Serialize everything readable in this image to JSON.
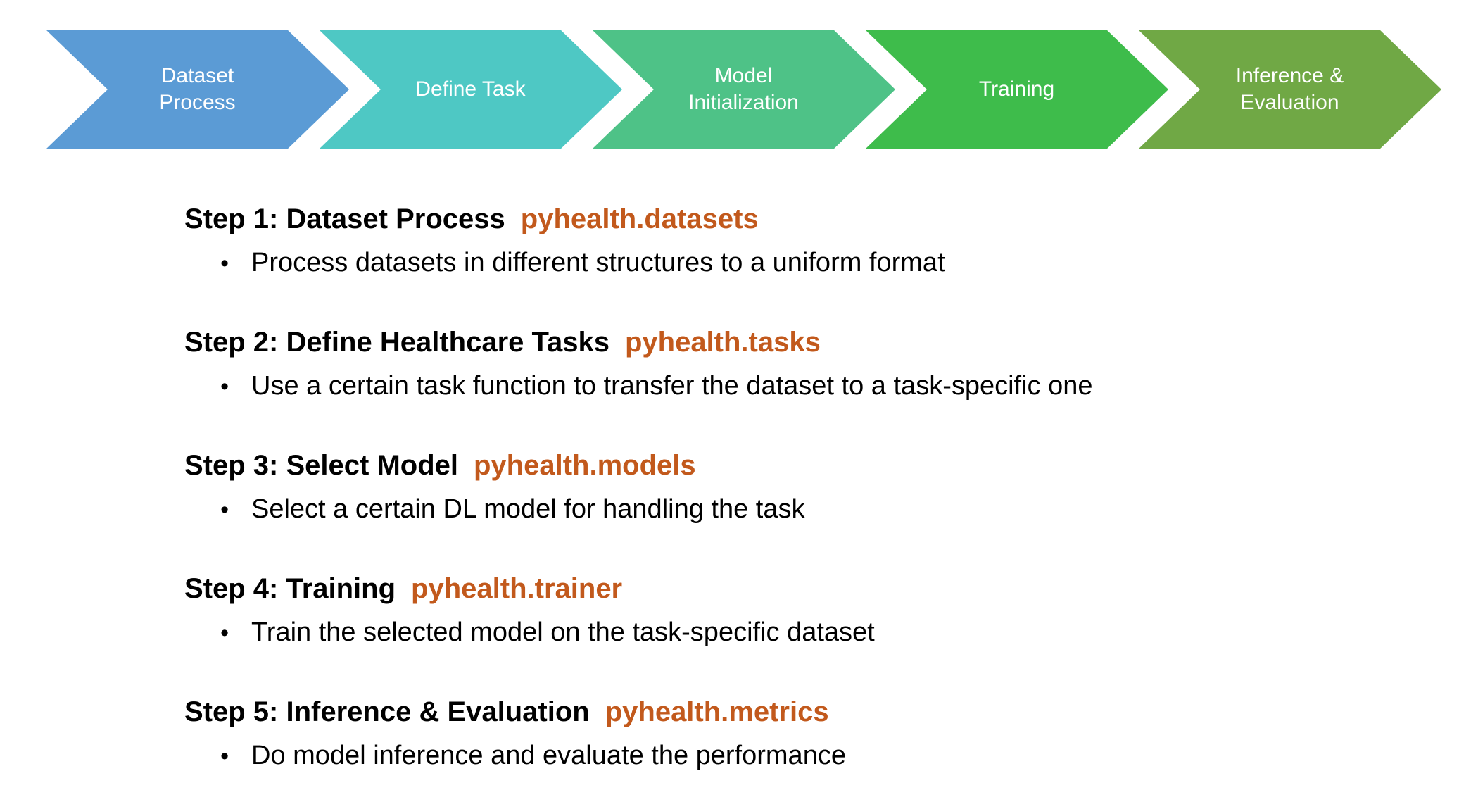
{
  "colors": {
    "module_text": "#C2591C",
    "flow_text": "#FFFFFF",
    "body_text": "#000000",
    "background": "#FFFFFF"
  },
  "bullet_char": "•",
  "flow": {
    "steps": [
      {
        "name": "dataset-process",
        "label_line1": "Dataset",
        "label_line2": "Process",
        "color": "#5B9BD5"
      },
      {
        "name": "define-task",
        "label_line1": "Define Task",
        "label_line2": "",
        "color": "#4EC8C4"
      },
      {
        "name": "model-initialization",
        "label_line1": "Model",
        "label_line2": "Initialization",
        "color": "#4EC287"
      },
      {
        "name": "training",
        "label_line1": "Training",
        "label_line2": "",
        "color": "#3EBC4B"
      },
      {
        "name": "inference-evaluation",
        "label_line1": "Inference &",
        "label_line2": "Evaluation",
        "color": "#70A845"
      }
    ]
  },
  "steps": [
    {
      "heading": "Step 1: Dataset Process",
      "module": "pyhealth.datasets",
      "bullet": "Process datasets in different structures to a uniform format"
    },
    {
      "heading": "Step 2: Define Healthcare Tasks",
      "module": "pyhealth.tasks",
      "bullet": "Use a certain task function to transfer the dataset to a task-specific one"
    },
    {
      "heading": "Step 3: Select Model",
      "module": "pyhealth.models",
      "bullet": "Select a certain DL model for handling the task"
    },
    {
      "heading": "Step 4: Training",
      "module": "pyhealth.trainer",
      "bullet": "Train the selected model on the task-specific dataset"
    },
    {
      "heading": "Step 5: Inference & Evaluation",
      "module": "pyhealth.metrics",
      "bullet": "Do model inference and evaluate the performance"
    }
  ]
}
